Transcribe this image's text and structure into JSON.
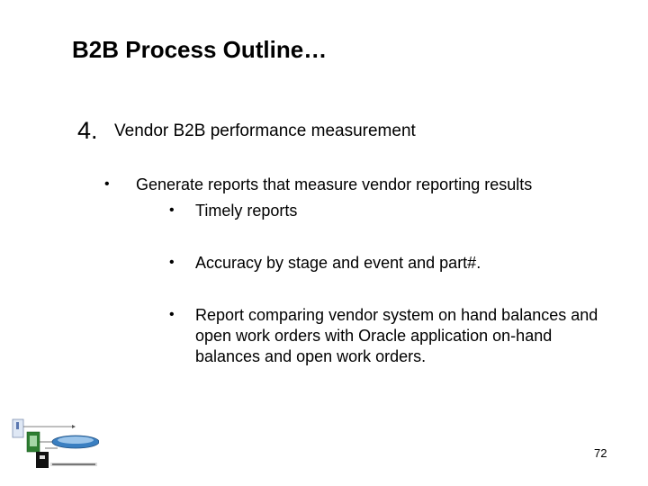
{
  "slide": {
    "title": "B2B Process Outline…",
    "section_number": "4.",
    "section_heading": "Vendor B2B performance measurement",
    "bullet_glyph": "•",
    "sub_point": "Generate reports that measure vendor reporting results",
    "items": [
      "Timely reports",
      "Accuracy by stage and event and part#.",
      "Report comparing vendor system on hand balances and open work orders  with Oracle application on-hand balances and open work orders."
    ],
    "page_number": "72"
  },
  "logo": {
    "icon": "consulting-services-logo-icon"
  }
}
